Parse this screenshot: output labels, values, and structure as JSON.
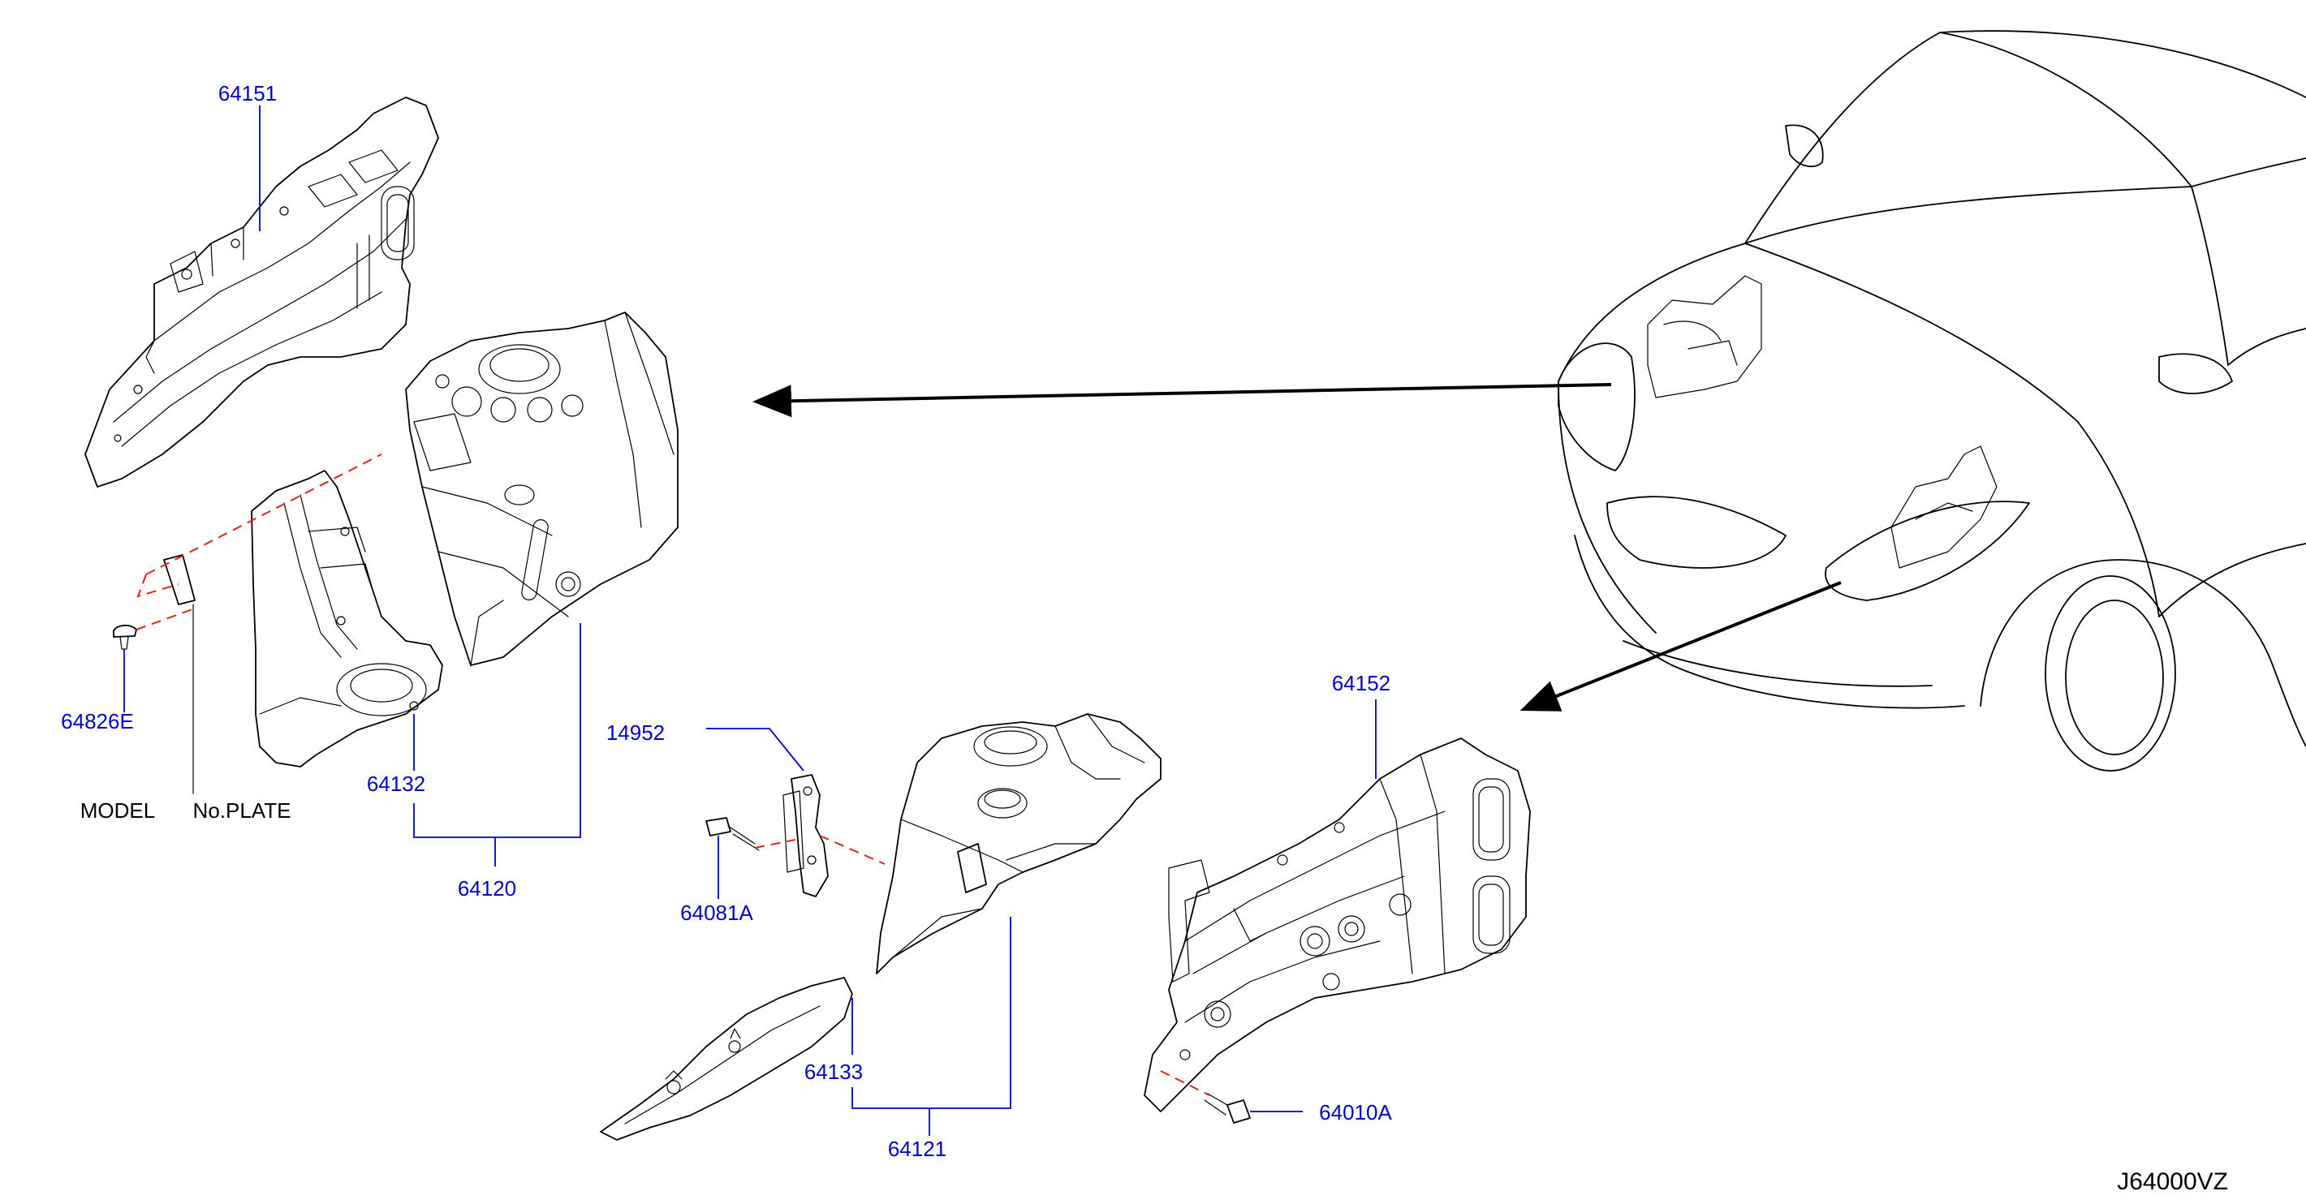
{
  "diagram": {
    "code": "J64000VZ",
    "labels": {
      "p64151": "64151",
      "p64826E": "64826E",
      "p64132": "64132",
      "p64120": "64120",
      "p14952": "14952",
      "p64081A": "64081A",
      "p64133": "64133",
      "p64121": "64121",
      "p64152": "64152",
      "p64010A": "64010A",
      "model": "MODEL",
      "plate": "No.PLATE"
    },
    "colors": {
      "part_label": "#0000cc",
      "leader": "#0000cc",
      "dashed_guide": "#e02020",
      "line_art": "#000000"
    }
  }
}
